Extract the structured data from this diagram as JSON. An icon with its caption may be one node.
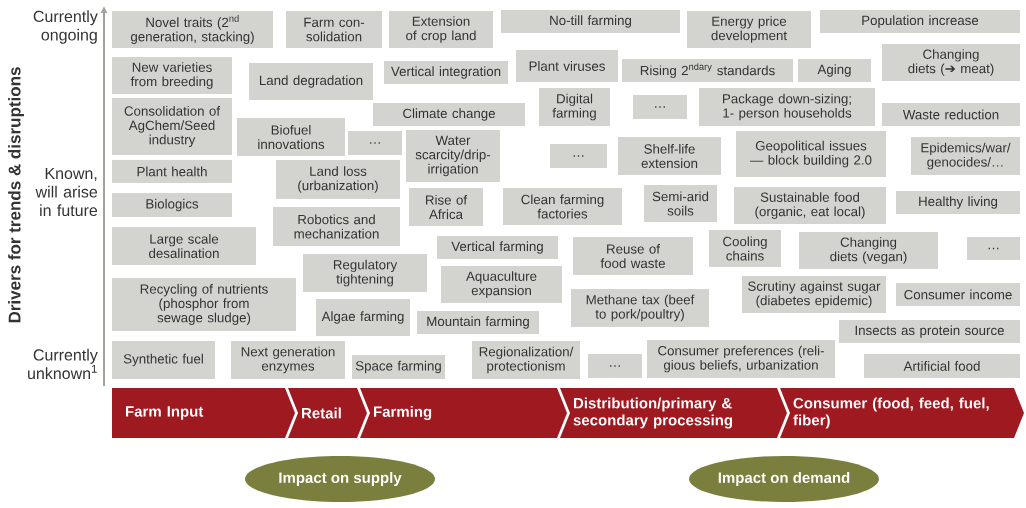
{
  "diagram": {
    "nodes": [
      {
        "text": [
          "Novel traits (2$^{nd}$ generation, stacking)"
        ]
      },
      {
        "text": [
          "Farm con- solidation"
        ]
      },
      {
        "text": [
          "Extension of crop land"
        ]
      },
      {
        "text": [
          "No-till farming"
        ]
      },
      {
        "text": [
          "Energy price development"
        ]
      },
      {
        "text": [
          "Population increase"
        ]
      },
      {
        "text": [
          "New varieties from breeding"
        ]
      },
      {
        "text": [
          "Land degradation"
        ]
      },
      {
        "text": [
          "Vertical integration"
        ]
      },
      {
        "text": [
          "Plant viruses"
        ]
      },
      {
        "text": [
          "Rising 2$^{ndary}$ standards"
        ]
      },
      {
        "text": [
          "Aging"
        ]
      },
      {
        "text": [
          "Changing diets (➔ meat)"
        ]
      },
      {
        "text": [
          "Consolidation of AgChem/Seed industry"
        ]
      },
      {
        "text": [
          "Biofuel innovations"
        ]
      },
      {
        "text": [
          "…"
        ]
      },
      {
        "text": [
          "Climate change"
        ]
      },
      {
        "text": [
          "Water scarcity/drip- irrigation"
        ]
      },
      {
        "text": [
          "Digital farming"
        ]
      },
      {
        "text": [
          "…"
        ]
      },
      {
        "text": [
          "Package down-sizing; 1- person households"
        ]
      },
      {
        "text": [
          "Waste reduction"
        ]
      },
      {
        "text": [
          "Plant health"
        ]
      },
      {
        "text": [
          "Land loss (urbanization)"
        ]
      },
      {
        "text": [
          "…"
        ]
      },
      {
        "text": [
          "Shelf-life extension"
        ]
      },
      {
        "text": [
          "Geopolitical issues — block building 2.0"
        ]
      },
      {
        "text": [
          "Epidemics/war/ genocides/…"
        ]
      },
      {
        "text": [
          "Biologics"
        ]
      },
      {
        "text": [
          "Robotics and mechanization"
        ]
      },
      {
        "text": [
          "Rise of Africa"
        ]
      },
      {
        "text": [
          "Clean farming factories"
        ]
      },
      {
        "text": [
          "Semi-arid soils"
        ]
      },
      {
        "text": [
          "Sustainable food (organic, eat local)"
        ]
      },
      {
        "text": [
          "Healthy living"
        ]
      },
      {
        "text": [
          "Large scale desalination"
        ]
      },
      {
        "text": [
          "Vertical farming"
        ]
      },
      {
        "text": [
          "Reuse of food waste"
        ]
      },
      {
        "text": [
          "Cooling chains"
        ]
      },
      {
        "text": [
          "Changing diets (vegan)"
        ]
      },
      {
        "text": [
          "…"
        ]
      },
      {
        "text": [
          "Regulatory tightening"
        ]
      },
      {
        "text": [
          "Aquaculture expansion"
        ]
      },
      {
        "text": [
          "Recycling of nutrients (phosphor from sewage sludge)"
        ]
      },
      {
        "text": [
          "Algae farming"
        ]
      },
      {
        "text": [
          "Mountain farming"
        ]
      },
      {
        "text": [
          "Methane tax (beef to pork/poultry)"
        ]
      },
      {
        "text": [
          "Scrutiny against sugar (diabetes epidemic)"
        ]
      },
      {
        "text": [
          "Consumer income"
        ]
      },
      {
        "text": [
          "Insects as protein source"
        ]
      },
      {
        "text": [
          "Synthetic fuel"
        ]
      },
      {
        "text": [
          "Next generation enzymes"
        ]
      },
      {
        "text": [
          "Space farming"
        ]
      },
      {
        "text": [
          "Regionalization/ protectionism"
        ]
      },
      {
        "text": [
          "…"
        ]
      },
      {
        "text": [
          "Consumer preferences (reli- gious beliefs, urbanization"
        ]
      },
      {
        "text": [
          "Artificial food"
        ]
      },
      {
        "text": [
          "Farm Input"
        ]
      },
      {
        "text": [
          "Retail"
        ]
      },
      {
        "text": [
          "Farming"
        ]
      },
      {
        "text": [
          "Distribution/primary & secondary processing"
        ]
      },
      {
        "text": [
          "Consumer (food, feed, fuel, fiber)"
        ]
      },
      {
        "text": [
          "Impact on supply"
        ]
      },
      {
        "text": [
          "Impact on demand"
        ]
      }
    ],
    "labels": [
      "Currently ongoing",
      "Drivers for trends & disruptions",
      "Known, will arise in future",
      "Currently unknown$^{1}$"
    ]
  }
}
